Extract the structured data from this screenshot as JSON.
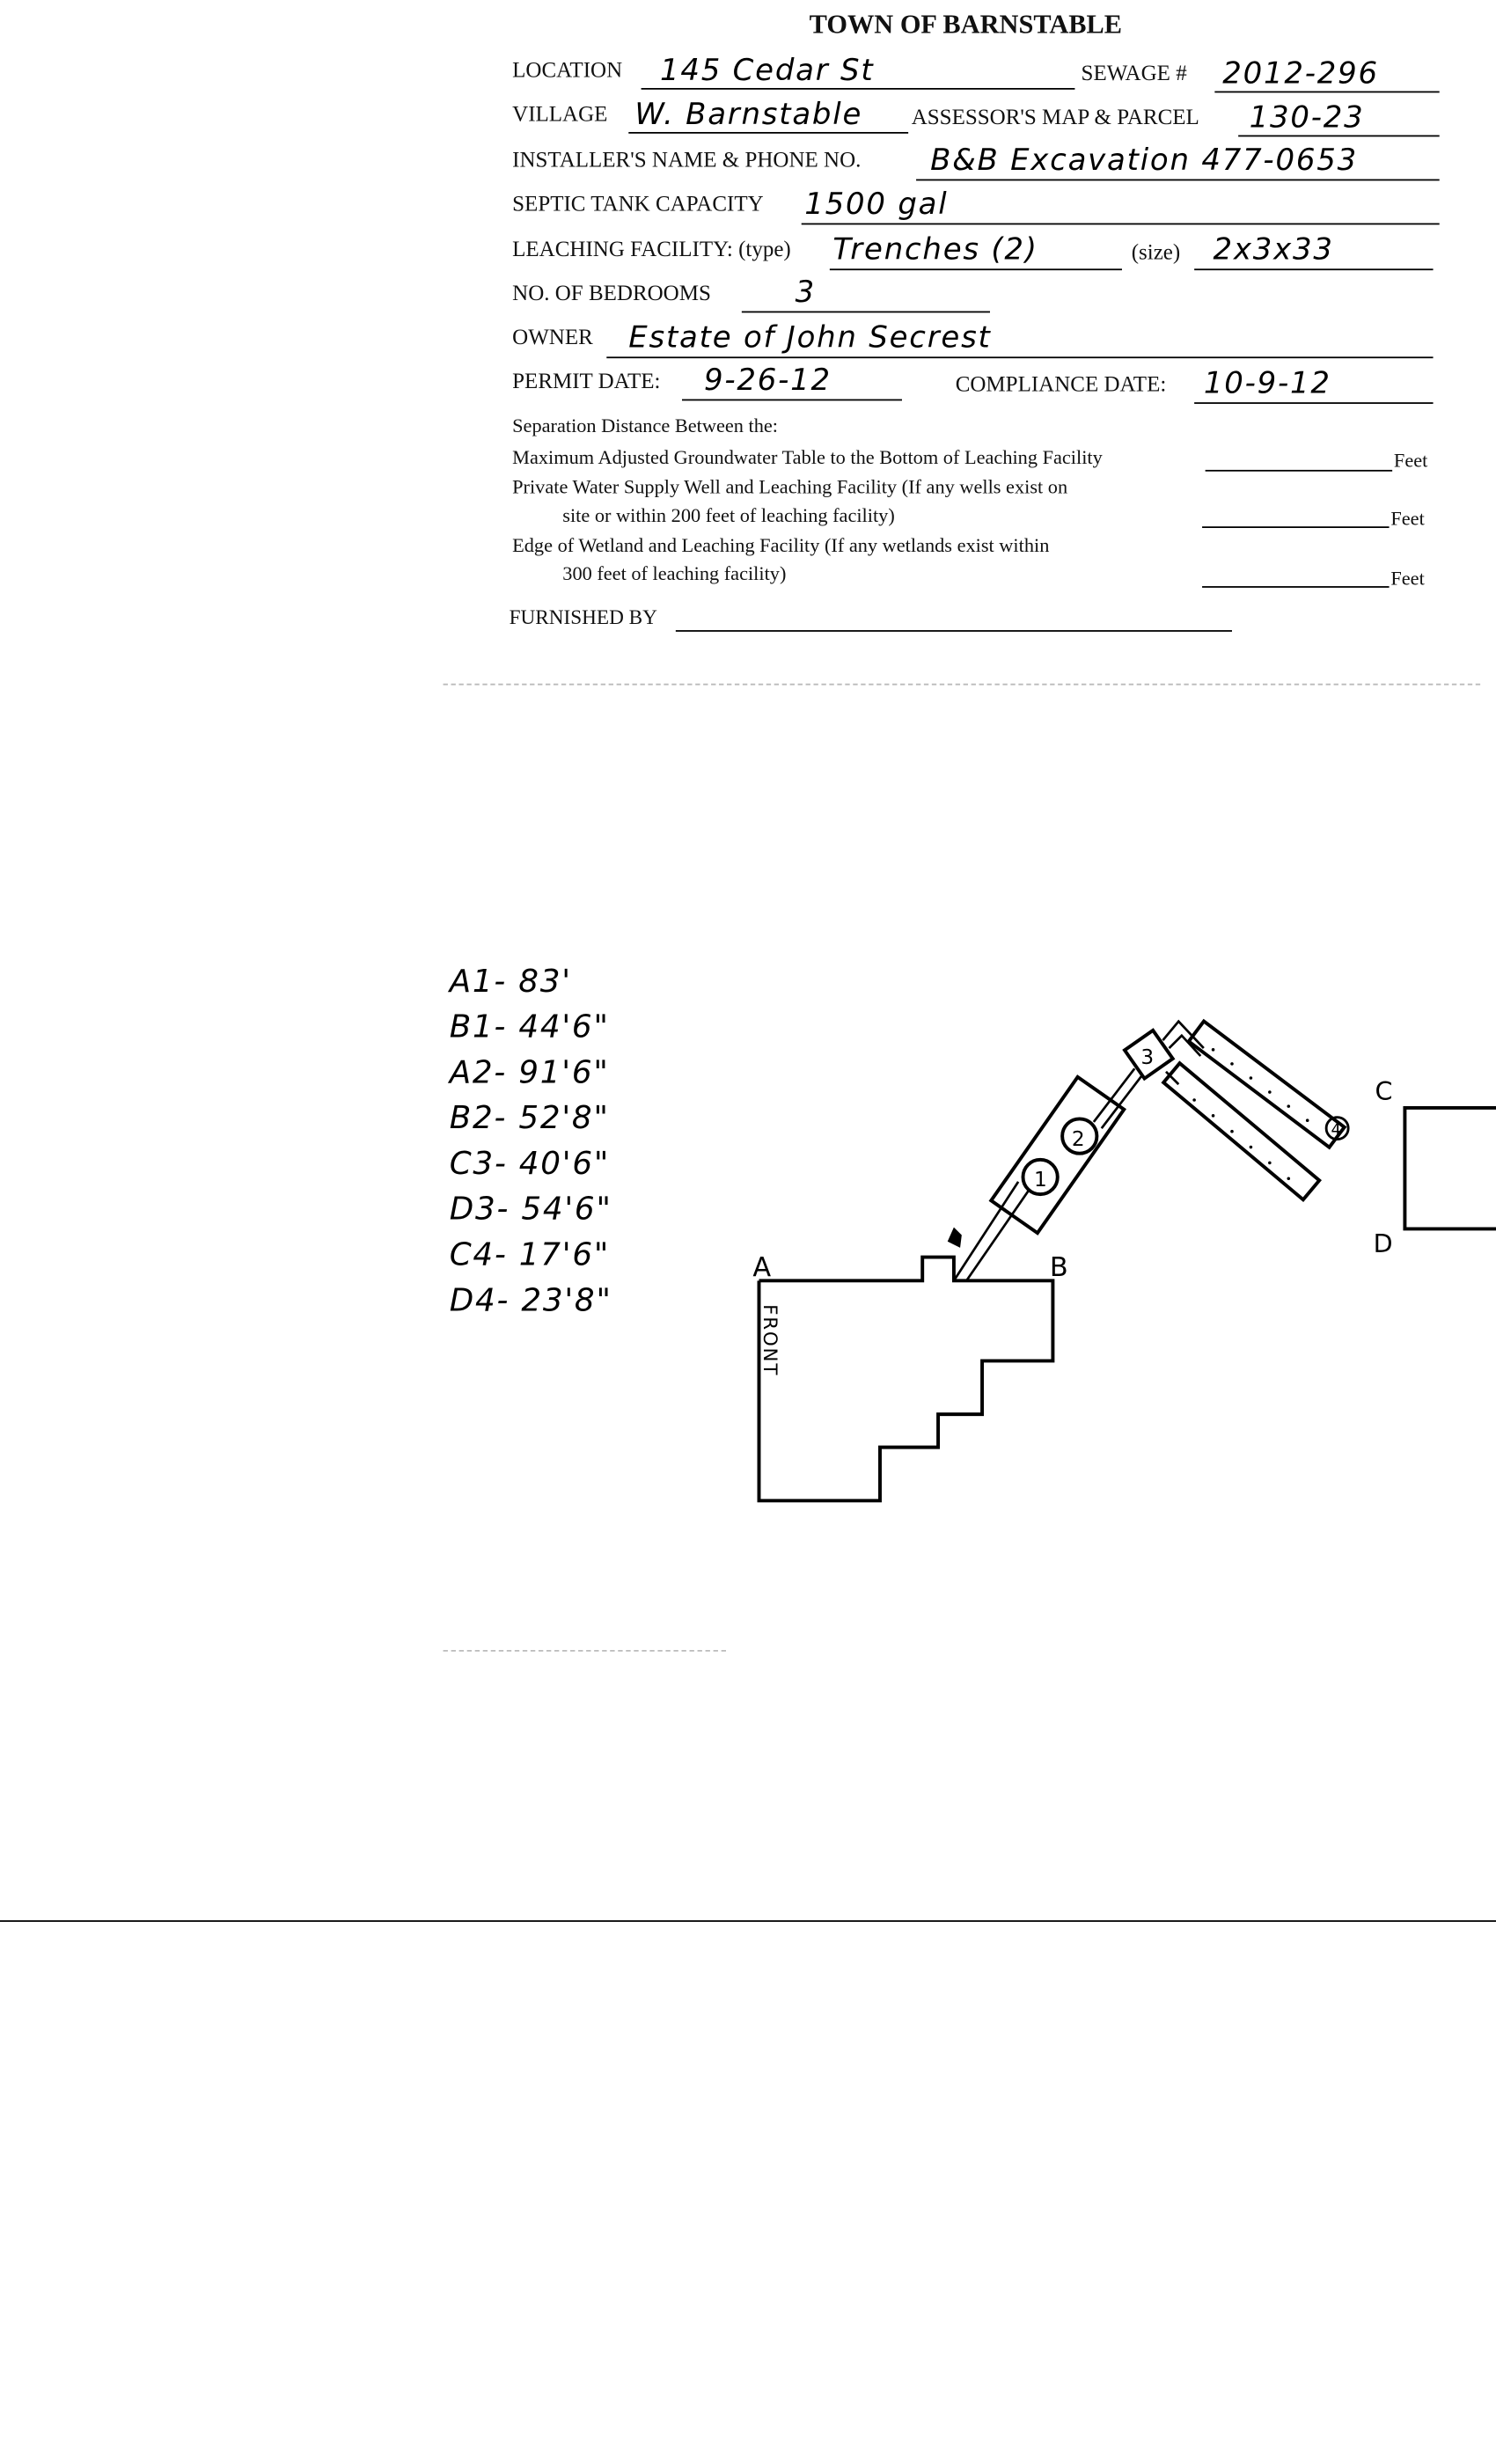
{
  "form": {
    "title": "TOWN OF BARNSTABLE",
    "location_label": "LOCATION",
    "location_value": "145 Cedar St",
    "sewage_label": "SEWAGE #",
    "sewage_value": "2012-296",
    "village_label": "VILLAGE",
    "village_value": "W. Barnstable",
    "map_parcel_label": "ASSESSOR'S MAP & PARCEL",
    "map_parcel_value": "130-23",
    "installer_label": "INSTALLER'S NAME & PHONE NO.",
    "installer_value": "B&B Excavation 477-0653",
    "tank_label": "SEPTIC TANK CAPACITY",
    "tank_value": "1500 gal",
    "leaching_label": "LEACHING FACILITY: (type)",
    "leaching_type_value": "Trenches (2)",
    "size_label": "(size)",
    "size_value": "2x3x33",
    "bedrooms_label": "NO. OF BEDROOMS",
    "bedrooms_value": "3",
    "owner_label": "OWNER",
    "owner_value": "Estate of John Secrest",
    "permit_label": "PERMIT DATE:",
    "permit_value": "9-26-12",
    "compliance_label": "COMPLIANCE DATE:",
    "compliance_value": "10-9-12",
    "separation_heading": "Separation Distance Between the:",
    "sep1": "Maximum Adjusted Groundwater Table to the Bottom of Leaching Facility",
    "sep2a": "Private Water Supply Well and Leaching Facility (If any wells exist on",
    "sep2b": "site or within 200 feet of leaching facility)",
    "sep3a": "Edge of Wetland and Leaching Facility (If any wetlands exist within",
    "sep3b": "300 feet of leaching facility)",
    "feet": "Feet",
    "furnished_label": "FURNISHED BY"
  },
  "sketch": {
    "measurements": [
      "A1- 83'",
      "B1- 44'6\"",
      "A2- 91'6\"",
      "B2- 52'8\"",
      "C3- 40'6\"",
      "D3- 54'6\"",
      "C4- 17'6\"",
      "D4- 23'8\""
    ],
    "label_a": "A",
    "label_b": "B",
    "label_c": "C",
    "label_d": "D",
    "front": "FRONT",
    "tank_1": "1",
    "tank_2": "2",
    "dbox_3": "3",
    "trench_4": "4"
  }
}
